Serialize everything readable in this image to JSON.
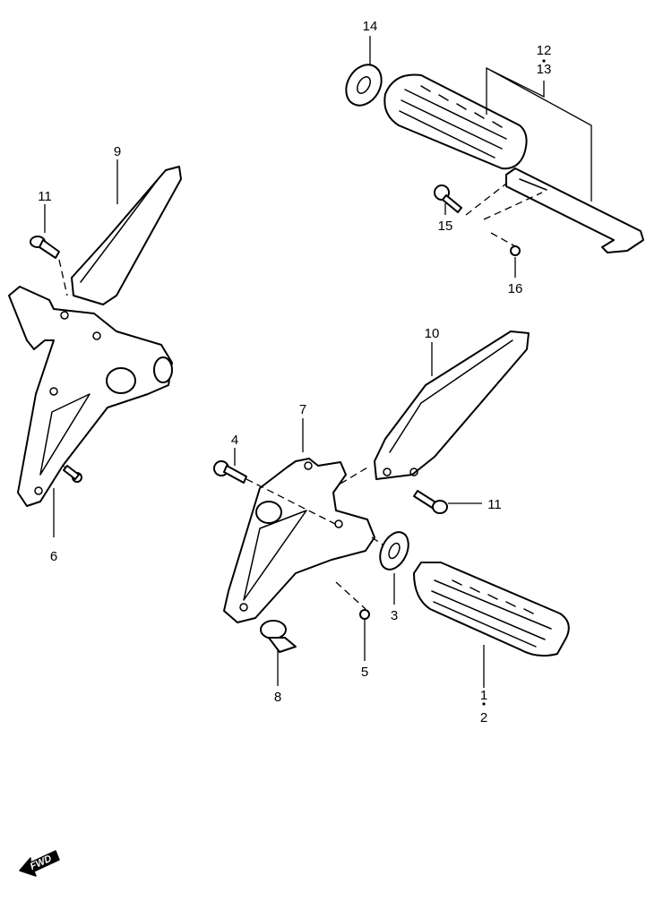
{
  "diagram": {
    "callouts": [
      {
        "id": "c14",
        "label": "14"
      },
      {
        "id": "c12",
        "label": "12"
      },
      {
        "id": "c13",
        "label": "13"
      },
      {
        "id": "c15",
        "label": "15"
      },
      {
        "id": "c16",
        "label": "16"
      },
      {
        "id": "c9",
        "label": "9"
      },
      {
        "id": "c11a",
        "label": "11"
      },
      {
        "id": "c6",
        "label": "6"
      },
      {
        "id": "c10",
        "label": "10"
      },
      {
        "id": "c7",
        "label": "7"
      },
      {
        "id": "c4",
        "label": "4"
      },
      {
        "id": "c11b",
        "label": "11"
      },
      {
        "id": "c3",
        "label": "3"
      },
      {
        "id": "c5",
        "label": "5"
      },
      {
        "id": "c8",
        "label": "8"
      },
      {
        "id": "c1",
        "label": "1"
      },
      {
        "id": "c2",
        "label": "2"
      }
    ],
    "fwd_label": "FWD"
  }
}
